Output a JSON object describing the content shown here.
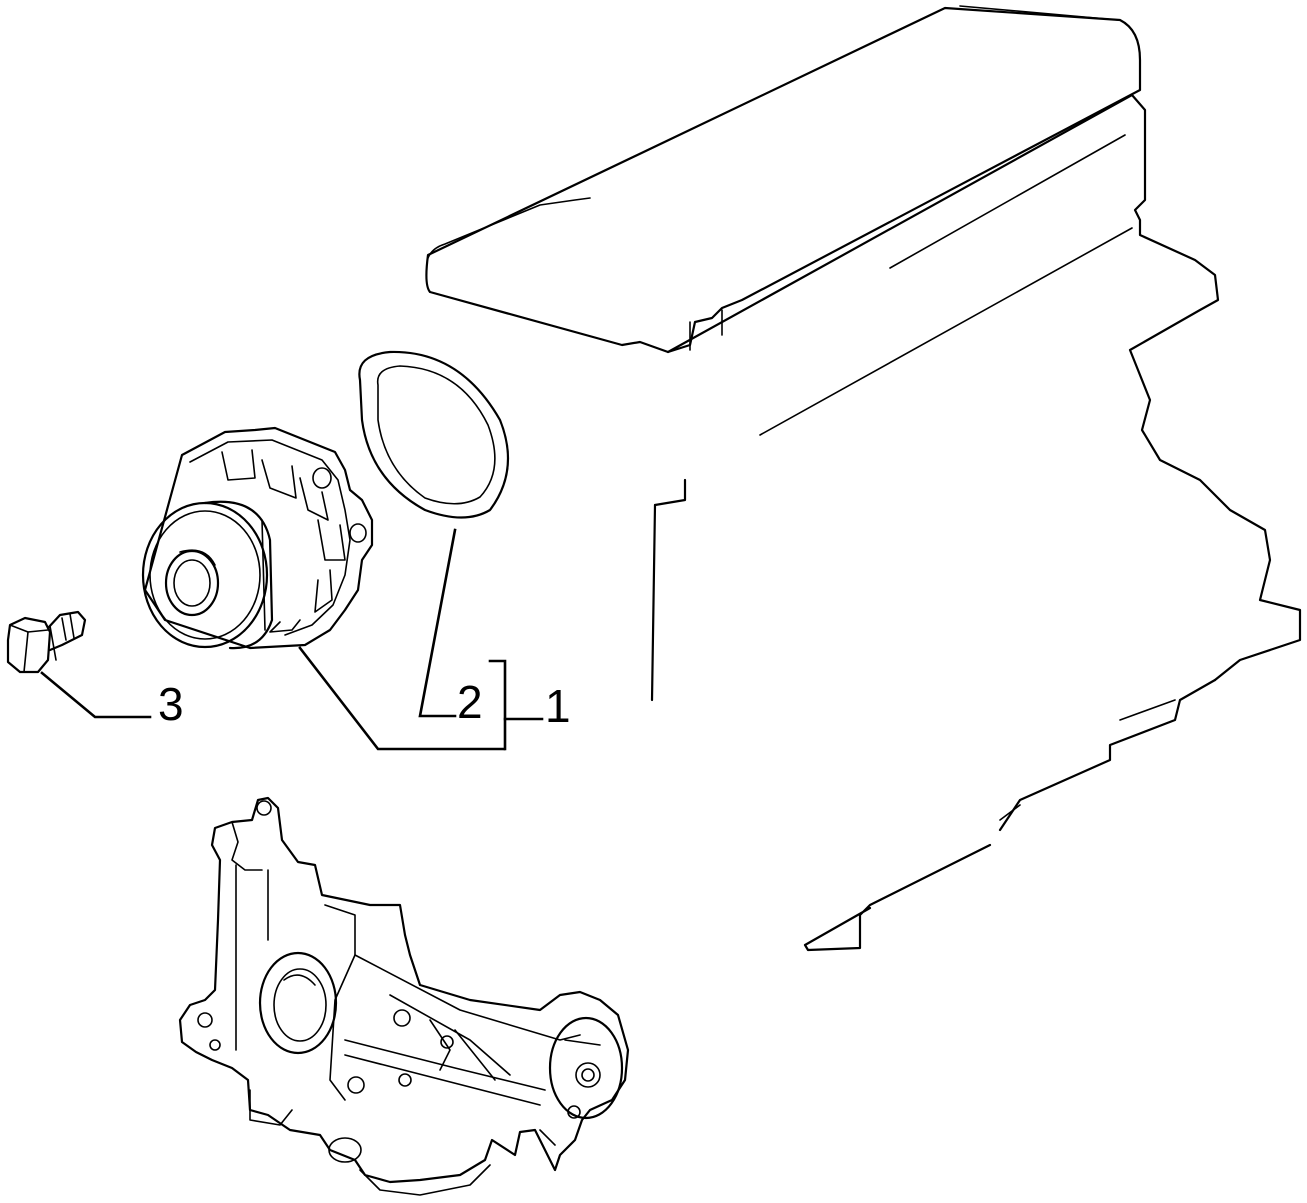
{
  "callouts": {
    "water_pump_assembly": "1",
    "gasket": "2",
    "bolt": "3"
  },
  "colors": {
    "ink": "#000000",
    "background": "#ffffff"
  }
}
